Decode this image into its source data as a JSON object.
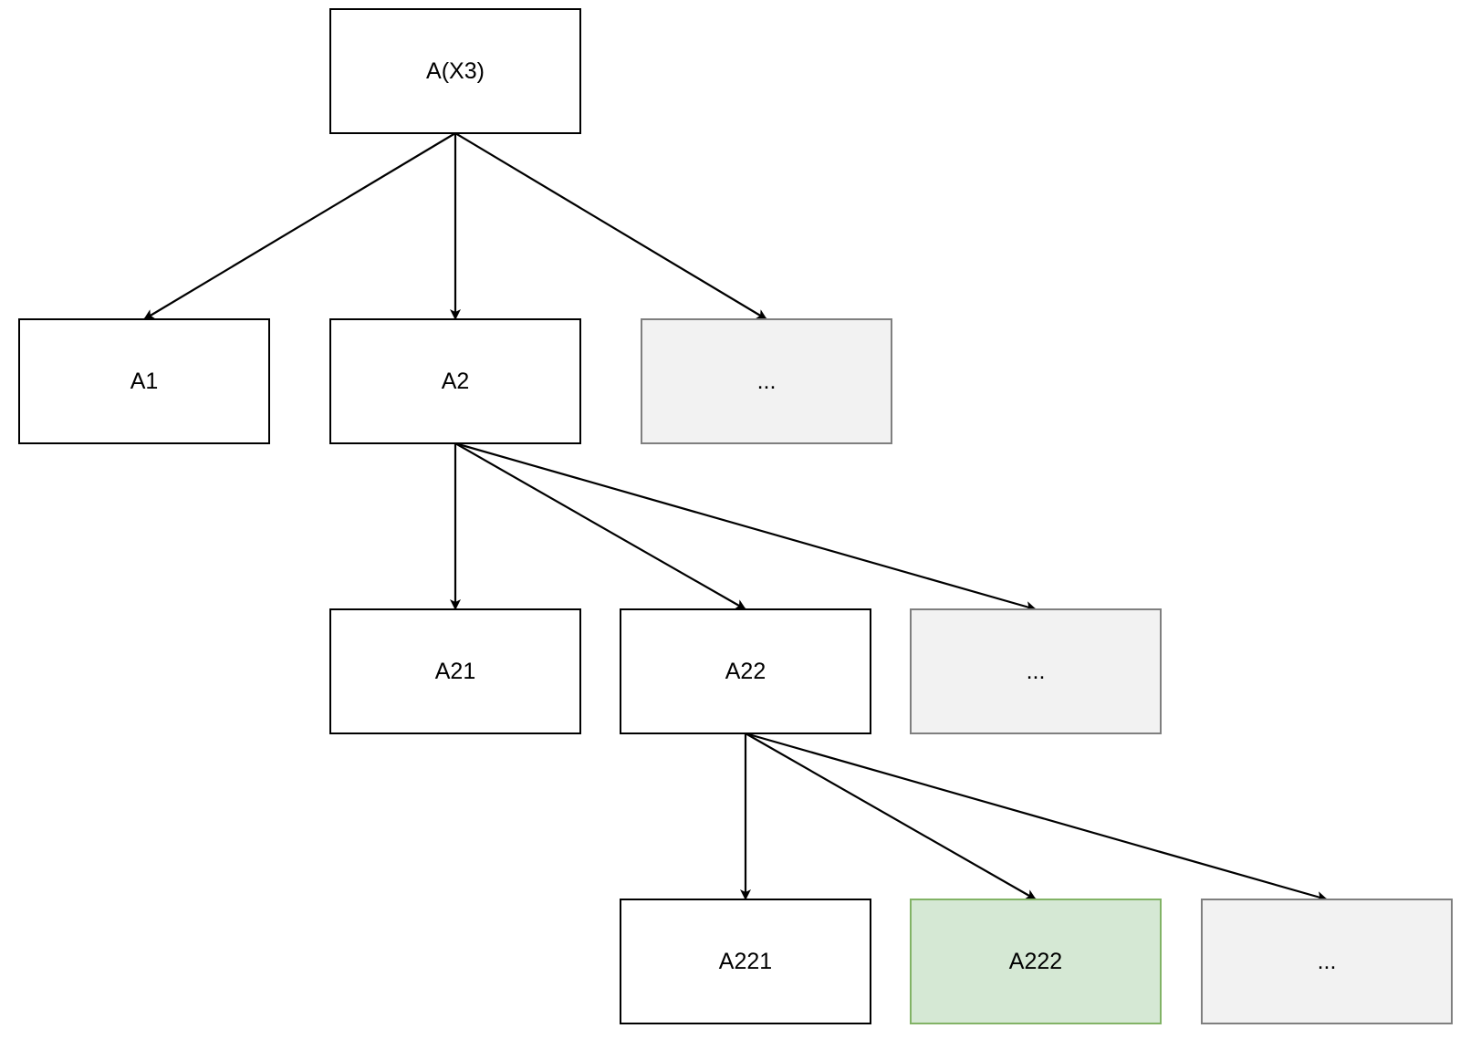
{
  "diagram": {
    "nodes": [
      {
        "id": "A",
        "label": "A(X3)",
        "style": "normal"
      },
      {
        "id": "A1",
        "label": "A1",
        "style": "normal"
      },
      {
        "id": "A2",
        "label": "A2",
        "style": "normal"
      },
      {
        "id": "A_more",
        "label": "...",
        "style": "placeholder"
      },
      {
        "id": "A21",
        "label": "A21",
        "style": "normal"
      },
      {
        "id": "A22",
        "label": "A22",
        "style": "normal"
      },
      {
        "id": "A2_more",
        "label": "...",
        "style": "placeholder"
      },
      {
        "id": "A221",
        "label": "A221",
        "style": "normal"
      },
      {
        "id": "A222",
        "label": "A222",
        "style": "highlight"
      },
      {
        "id": "A22_more",
        "label": "...",
        "style": "placeholder"
      }
    ],
    "edges": [
      {
        "from": "A",
        "to": "A1"
      },
      {
        "from": "A",
        "to": "A2"
      },
      {
        "from": "A",
        "to": "A_more"
      },
      {
        "from": "A2",
        "to": "A21"
      },
      {
        "from": "A2",
        "to": "A22"
      },
      {
        "from": "A2",
        "to": "A2_more"
      },
      {
        "from": "A22",
        "to": "A221"
      },
      {
        "from": "A22",
        "to": "A222"
      },
      {
        "from": "A22",
        "to": "A22_more"
      }
    ],
    "colors": {
      "normal_fill": "#ffffff",
      "normal_stroke": "#000000",
      "placeholder_fill": "#f2f2f2",
      "placeholder_stroke": "#7f7f7f",
      "highlight_fill": "#d5e8d4",
      "highlight_stroke": "#82b366",
      "edge": "#000000"
    }
  }
}
